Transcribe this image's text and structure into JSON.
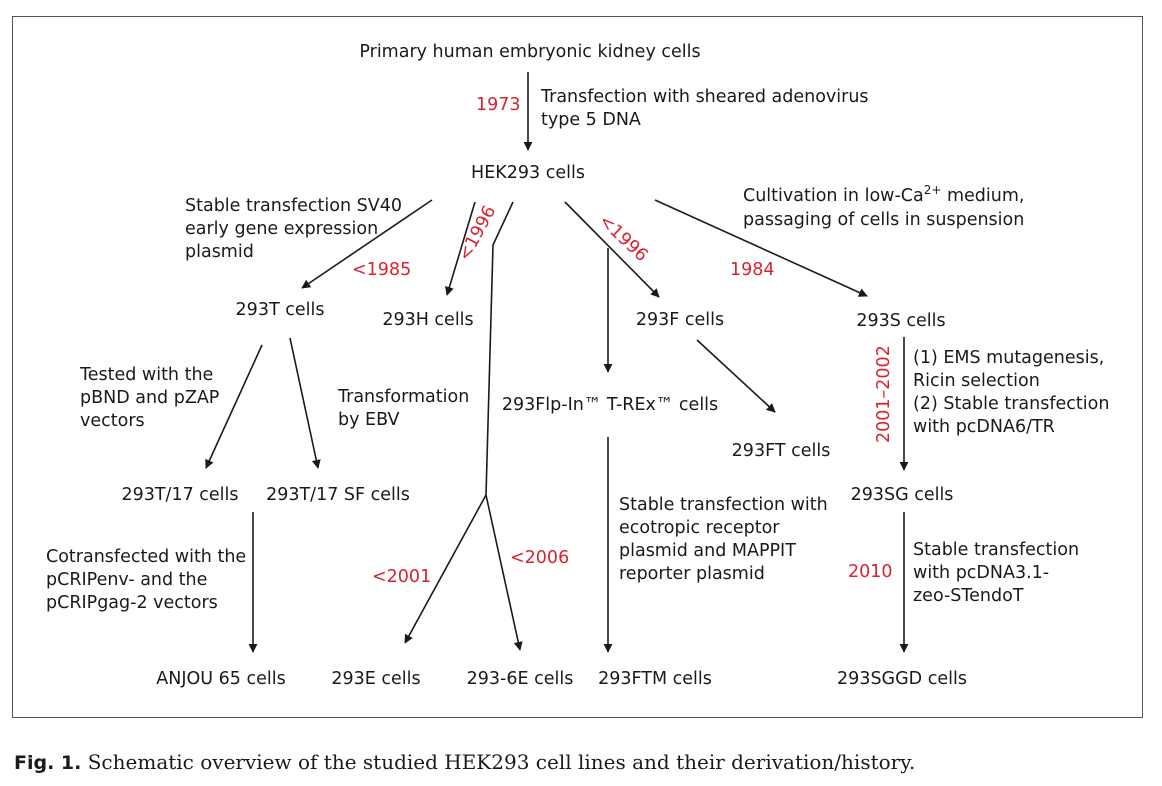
{
  "nodes": {
    "primary": "Primary human embryonic kidney cells",
    "hek293": "HEK293 cells",
    "t293": "293T cells",
    "h293": "293H cells",
    "f293": "293F cells",
    "s293": "293S cells",
    "flpin": "293Flp-In™ T-REx™ cells",
    "ft293": "293FT cells",
    "t17": "293T/17 cells",
    "t17sf": "293T/17 SF cells",
    "sg293": "293SG cells",
    "anjou": "ANJOU 65 cells",
    "e293": "293E cells",
    "e6": "293-6E cells",
    "ftm": "293FTM cells",
    "sggd": "293SGGD cells"
  },
  "methods": {
    "adeno": [
      "Transfection with sheared adenovirus",
      "type 5 DNA"
    ],
    "sv40": [
      "Stable transfection SV40",
      "early gene expression",
      "plasmid"
    ],
    "cultivation": {
      "line1_pre": "Cultivation in low-Ca",
      "line1_sup": "2+",
      "line1_post": " medium,",
      "line2": "passaging of cells in suspension"
    },
    "tested": [
      "Tested with the",
      "pBND and pZAP",
      "vectors"
    ],
    "ebv": [
      "Transformation",
      "by EBV"
    ],
    "ems": [
      "(1) EMS mutagenesis,",
      "Ricin selection",
      "(2) Stable transfection",
      "with pcDNA6/TR"
    ],
    "ecotropic": [
      "Stable transfection with",
      "ecotropic receptor",
      "plasmid and MAPPIT",
      "reporter plasmid"
    ],
    "cotrans": [
      "Cotransfected with the",
      "pCRIPenv- and the",
      "pCRIPgag-2 vectors"
    ],
    "pcdna31": [
      "Stable transfection",
      "with pcDNA3.1-",
      "zeo-STendoT"
    ]
  },
  "years": {
    "y1973": "1973",
    "y1985": "<1985",
    "y1996h": "<1996",
    "y1996f": "<1996",
    "y1984": "1984",
    "y2001_2002": "2001–2002",
    "y2001": "<2001",
    "y2006": "<2006",
    "y2010": "2010"
  },
  "caption": {
    "label": "Fig. 1.",
    "text": " Schematic overview of the studied HEK293 cell lines and their derivation/history."
  },
  "colors": {
    "year": "#d9232e",
    "text": "#1a1a1a"
  }
}
